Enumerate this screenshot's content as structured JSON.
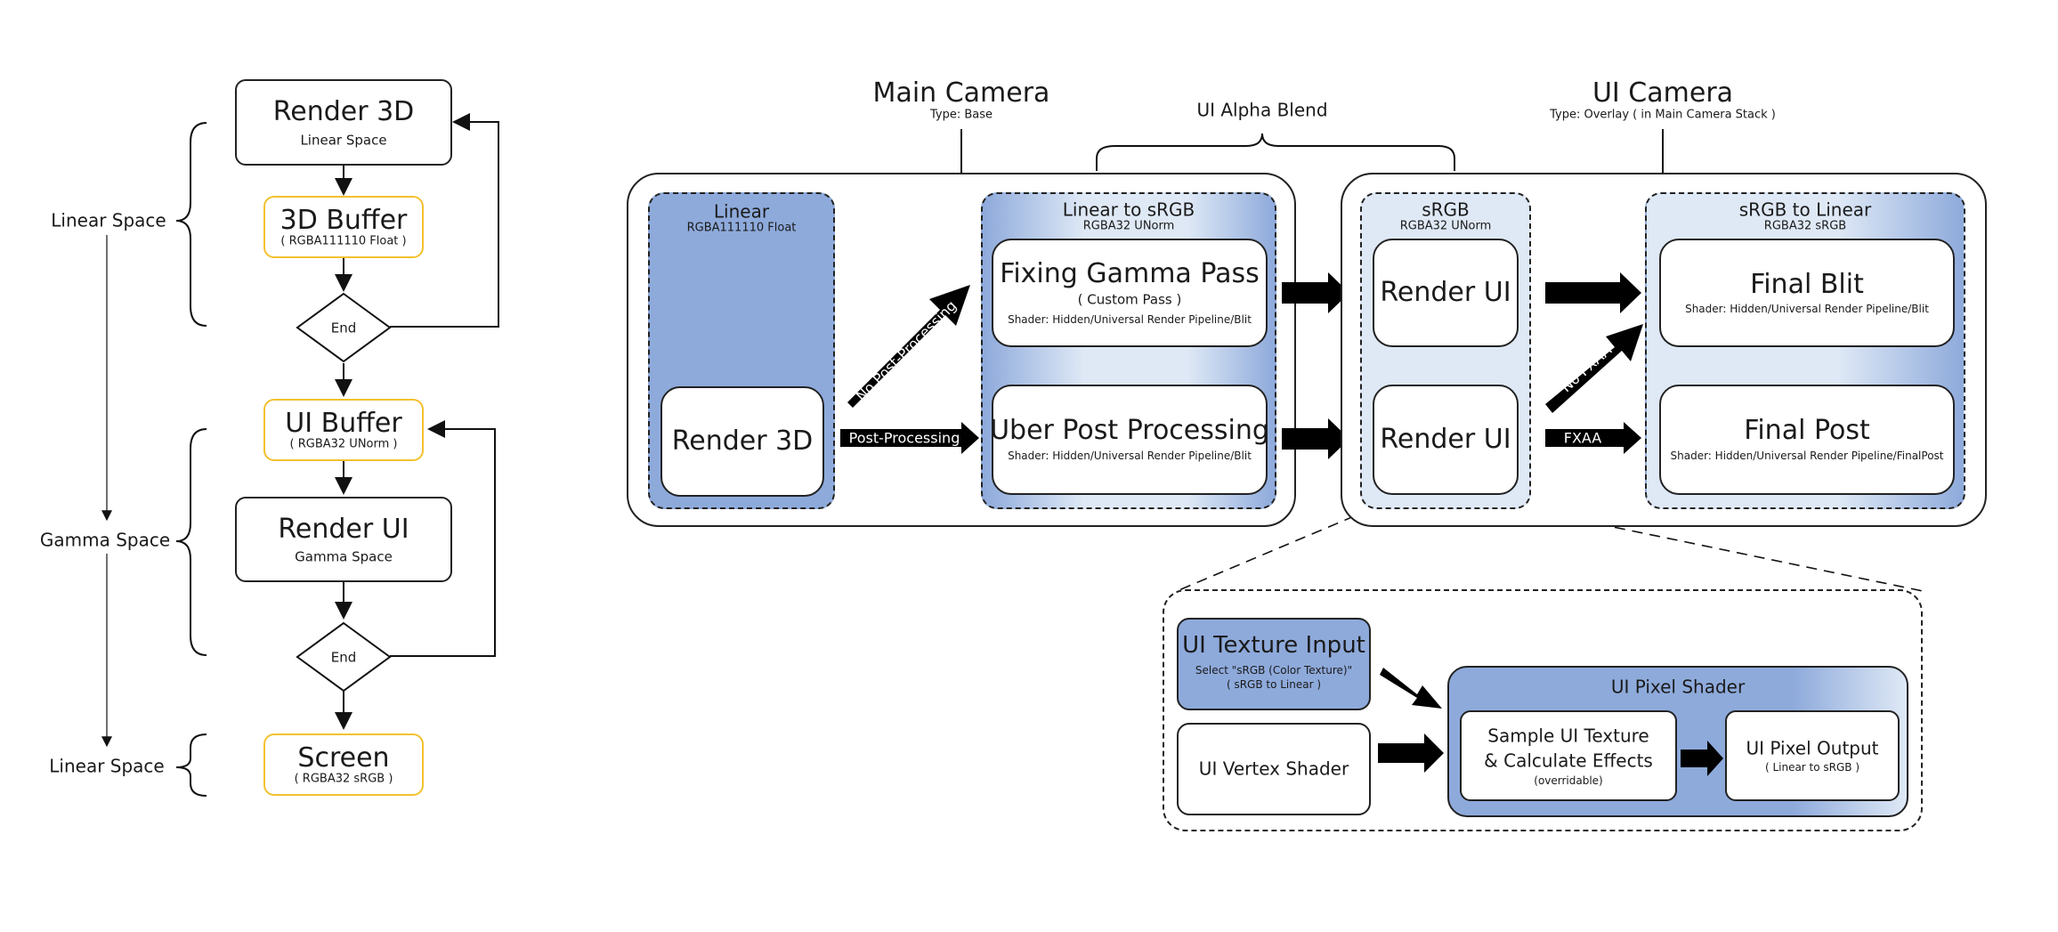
{
  "flowchart": {
    "spaces": {
      "top": "Linear Space",
      "middle": "Gamma Space",
      "bottom": "Linear Space"
    },
    "render3d": {
      "title": "Render 3D",
      "sub": "Linear Space"
    },
    "buffer3d": {
      "title": "3D Buffer",
      "sub": "( RGBA111110 Float )"
    },
    "end1": "End",
    "ui_buffer": {
      "title": "UI Buffer",
      "sub": "( RGBA32 UNorm )"
    },
    "render_ui": {
      "title": "Render UI",
      "sub": "Gamma Space"
    },
    "end2": "End",
    "screen": {
      "title": "Screen",
      "sub": "( RGBA32 sRGB )"
    }
  },
  "main_camera": {
    "title": "Main Camera",
    "type": "Type: Base",
    "linear_group": {
      "title": "Linear",
      "format": "RGBA111110 Float",
      "render": "Render 3D"
    },
    "arrow_no_pp": "No Post-Processing",
    "arrow_pp": "Post-Processing",
    "l2s_group": {
      "title": "Linear to sRGB",
      "format": "RGBA32 UNorm",
      "fixing": {
        "title": "Fixing Gamma Pass",
        "sub": "( Custom Pass )",
        "shader": "Shader: Hidden/Universal Render Pipeline/Blit"
      },
      "uber": {
        "title": "Uber Post Processing",
        "shader": "Shader: Hidden/Universal Render Pipeline/Blit"
      }
    }
  },
  "ui_alpha_blend": "UI Alpha Blend",
  "ui_camera": {
    "title": "UI Camera",
    "type": "Type: Overlay  ( in Main Camera Stack )",
    "srgb_group": {
      "title": "sRGB",
      "format": "RGBA32 UNorm",
      "render_top": "Render UI",
      "render_bottom": "Render UI"
    },
    "arrow_no_fxaa": "No FXAA",
    "arrow_fxaa": "FXAA",
    "s2l_group": {
      "title": "sRGB to Linear",
      "format": "RGBA32 sRGB",
      "final_blit": {
        "title": "Final Blit",
        "shader": "Shader: Hidden/Universal Render Pipeline/Blit"
      },
      "final_post": {
        "title": "Final Post",
        "shader": "Shader: Hidden/Universal Render Pipeline/FinalPost"
      }
    }
  },
  "detail": {
    "texture_input": {
      "title": "UI Texture Input",
      "line1": "Select \"sRGB (Color Texture)\"",
      "line2": "( sRGB to Linear )"
    },
    "vertex_shader": "UI Vertex Shader",
    "pixel_shader": {
      "title": "UI Pixel Shader",
      "sample": {
        "line1": "Sample UI Texture",
        "line2": "& Calculate Effects",
        "sub": "(overridable)"
      },
      "output": {
        "title": "UI Pixel Output",
        "sub": "( Linear to sRGB )"
      }
    }
  },
  "colors": {
    "group_dark": "#8eaadb",
    "group_light": "#dfe9f6",
    "buffer_border": "#f2c12e",
    "arrow": "#000000"
  }
}
